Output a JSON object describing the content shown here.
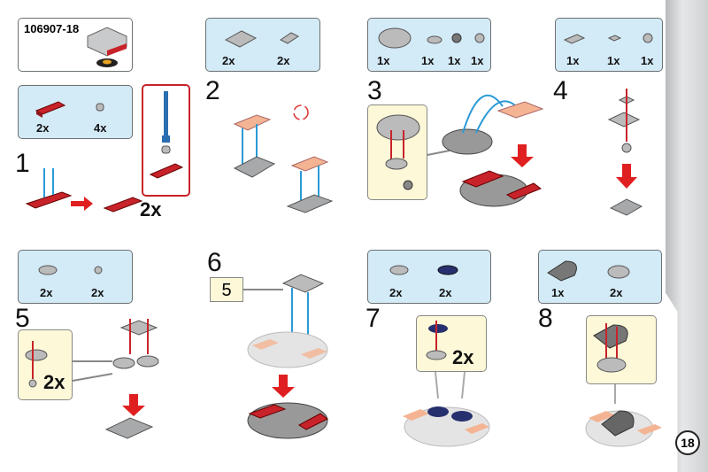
{
  "set": {
    "id": "106907-18"
  },
  "page_number": "18",
  "steps": [
    {
      "number": "1",
      "parts": [
        {
          "qty": "2x",
          "name": "red-plate-1x3"
        },
        {
          "qty": "4x",
          "name": "grey-round-1x1"
        }
      ],
      "callout_multiplier": "2x"
    },
    {
      "number": "2",
      "parts": [
        {
          "qty": "2x",
          "name": "grey-plate-modified"
        },
        {
          "qty": "2x",
          "name": "grey-plate-offset"
        }
      ]
    },
    {
      "number": "3",
      "parts": [
        {
          "qty": "1x",
          "name": "grey-round-plate"
        },
        {
          "qty": "1x",
          "name": "grey-plate"
        },
        {
          "qty": "1x",
          "name": "dark-grey-round"
        },
        {
          "qty": "1x",
          "name": "grey-round-1x1"
        }
      ]
    },
    {
      "number": "4",
      "parts": [
        {
          "qty": "1x",
          "name": "grey-plate-1x2"
        },
        {
          "qty": "1x",
          "name": "grey-plate-1x1"
        },
        {
          "qty": "1x",
          "name": "grey-round-1x1"
        }
      ]
    },
    {
      "number": "5",
      "parts": [
        {
          "qty": "2x",
          "name": "grey-plate-rounded"
        },
        {
          "qty": "2x",
          "name": "grey-round-1x1"
        }
      ],
      "callout_multiplier": "2x"
    },
    {
      "number": "6",
      "callout_ref": "5"
    },
    {
      "number": "7",
      "parts": [
        {
          "qty": "2x",
          "name": "grey-plate-rounded"
        },
        {
          "qty": "2x",
          "name": "dark-blue-plate-rounded"
        }
      ],
      "callout_multiplier": "2x"
    },
    {
      "number": "8",
      "parts": [
        {
          "qty": "1x",
          "name": "dark-grey-wedge-plate"
        },
        {
          "qty": "2x",
          "name": "grey-round-plate-2x2"
        }
      ]
    }
  ],
  "colors": {
    "red": "#c8232a",
    "blue_panel": "#d3eaf7",
    "callout": "#fdf8d8",
    "peach": "#f4b493",
    "grey": "#a7a9ab",
    "arrow_blue": "#2a9ad6"
  }
}
